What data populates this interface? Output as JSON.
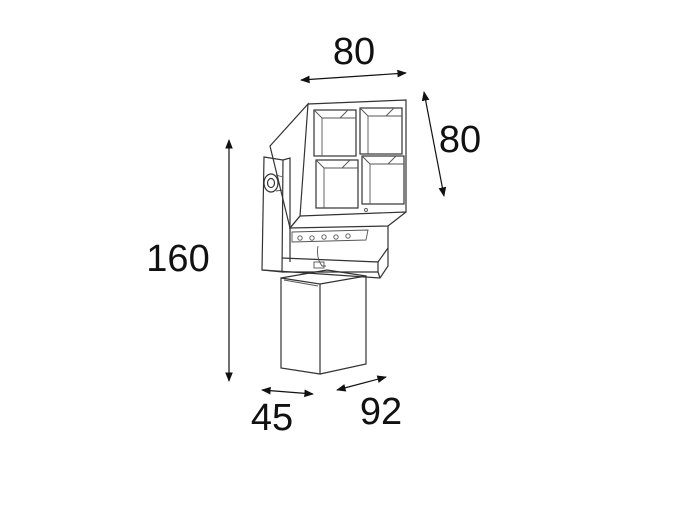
{
  "drawing": {
    "dimensions": {
      "width": "80",
      "depth": "80",
      "height": "160",
      "base_width": "45",
      "base_depth": "92"
    }
  }
}
